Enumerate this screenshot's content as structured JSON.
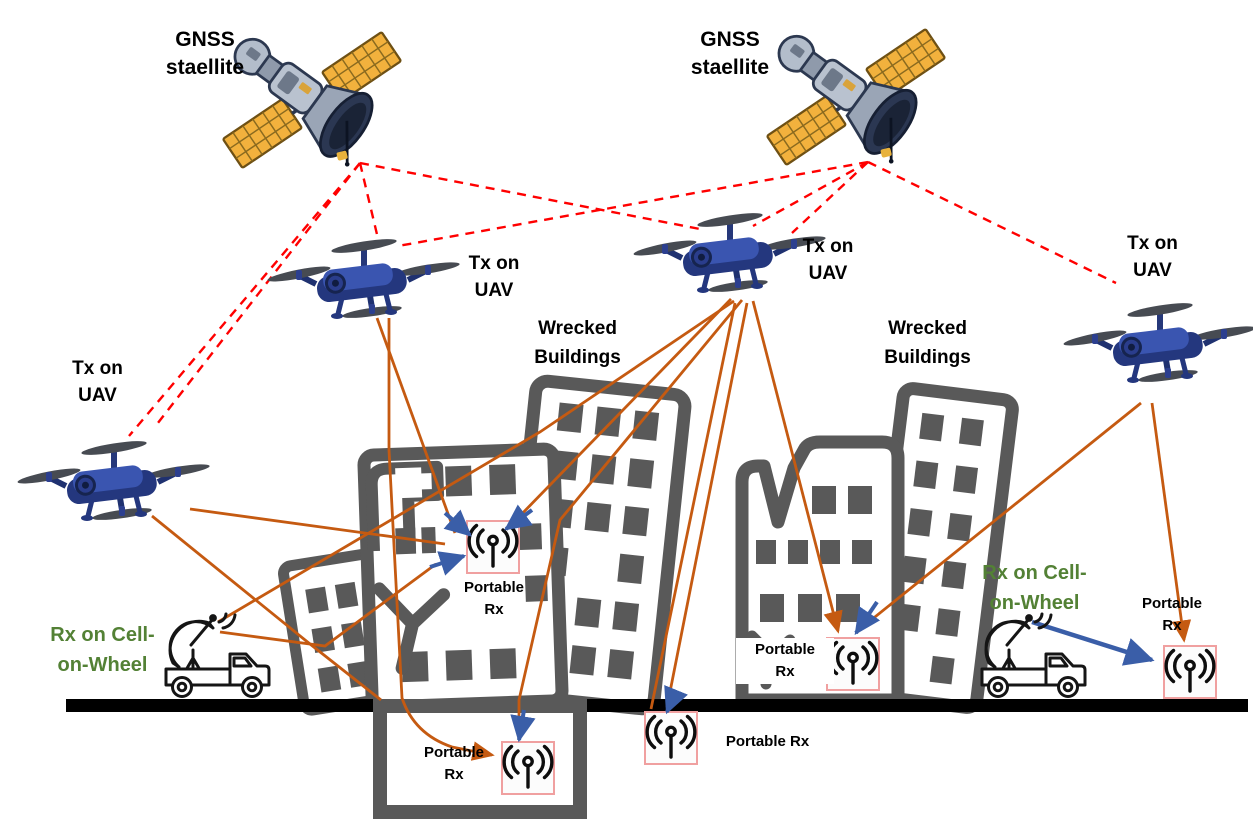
{
  "colors": {
    "gnss_link": "#FF0000",
    "tx_link": "#C55A11",
    "rx_arrow": "#3A5EA8",
    "cow_label_text": "#538135",
    "building_outline": "#595959",
    "rx_box_border": "#F0A0A0",
    "ground": "#000000",
    "drone_body": "#2E4494",
    "satellite_panel": "#F2B13D"
  },
  "icons": {
    "satellite": "gnss-satellite-icon",
    "drone": "uav-drone-icon",
    "truck": "cell-on-wheel-truck-icon",
    "dish": "satellite-dish-icon",
    "antenna": "portable-rx-antenna-icon"
  },
  "satellites": [
    {
      "id": "left",
      "l1": "GNSS",
      "l2": "staellite"
    },
    {
      "id": "right",
      "l1": "GNSS",
      "l2": "staellite"
    }
  ],
  "uavs": [
    {
      "id": "upper-left",
      "l1": "Tx on",
      "l2": "UAV"
    },
    {
      "id": "middle",
      "l1": "Tx on",
      "l2": "UAV"
    },
    {
      "id": "right",
      "l1": "Tx on",
      "l2": "UAV"
    },
    {
      "id": "lower-left",
      "l1": "Tx on",
      "l2": "UAV"
    }
  ],
  "building_labels": [
    {
      "id": "left-cluster",
      "l1": "Wrecked",
      "l2": "Buildings"
    },
    {
      "id": "right-cluster",
      "l1": "Wrecked",
      "l2": "Buildings"
    }
  ],
  "cow_labels": [
    {
      "id": "left",
      "l1": "Rx on Cell-",
      "l2": "on-Wheel"
    },
    {
      "id": "right",
      "l1": "Rx on Cell-",
      "l2": "on-Wheel"
    }
  ],
  "receivers": [
    {
      "id": "left-building",
      "l1": "Portable",
      "l2": "Rx"
    },
    {
      "id": "basement",
      "l1": "Portable",
      "l2": "Rx"
    },
    {
      "id": "street",
      "l1": "Portable Rx"
    },
    {
      "id": "right-building",
      "l1": "Portable",
      "l2": "Rx"
    },
    {
      "id": "far-right",
      "l1": "Portable",
      "l2": "Rx"
    }
  ]
}
